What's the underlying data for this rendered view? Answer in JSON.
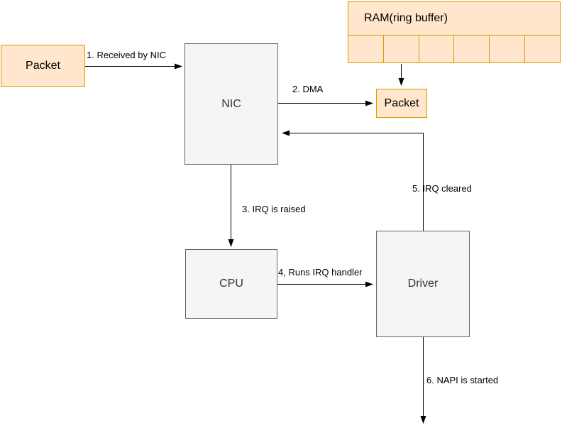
{
  "diagram": {
    "type": "flow-diagram",
    "topic": "network packet receive path"
  },
  "colors": {
    "orange_fill": "#FFE6CC",
    "orange_stroke": "#D79B00",
    "gray_fill": "#F5F5F5",
    "gray_stroke": "#666666",
    "edge_color": "#000000",
    "background": "#ffffff"
  },
  "nodes": {
    "packet_left": {
      "label": "Packet"
    },
    "nic": {
      "label": "NIC"
    },
    "ram": {
      "label": "RAM(ring buffer)",
      "cell_count": 6
    },
    "packet_right": {
      "label": "Packet"
    },
    "cpu": {
      "label": "CPU"
    },
    "driver": {
      "label": "Driver"
    }
  },
  "edges": {
    "received_by_nic": {
      "label": "1. Received by NIC",
      "from": "Packet",
      "to": "NIC"
    },
    "dma": {
      "label": "2. DMA",
      "from": "NIC",
      "to": "Packet"
    },
    "irq_raised": {
      "label": "3. IRQ is raised",
      "from": "NIC",
      "to": "CPU"
    },
    "runs_irq_handler": {
      "label": "4, Runs IRQ handler",
      "from": "CPU",
      "to": "Driver"
    },
    "irq_cleared": {
      "label": "5. IRQ cleared",
      "from": "Driver",
      "to": "NIC"
    },
    "napi_started": {
      "label": "6. NAPI is started",
      "from": "Driver",
      "to": ""
    },
    "ram_to_packet": {
      "label": "",
      "from": "RAM(ring buffer)",
      "to": "Packet"
    }
  }
}
